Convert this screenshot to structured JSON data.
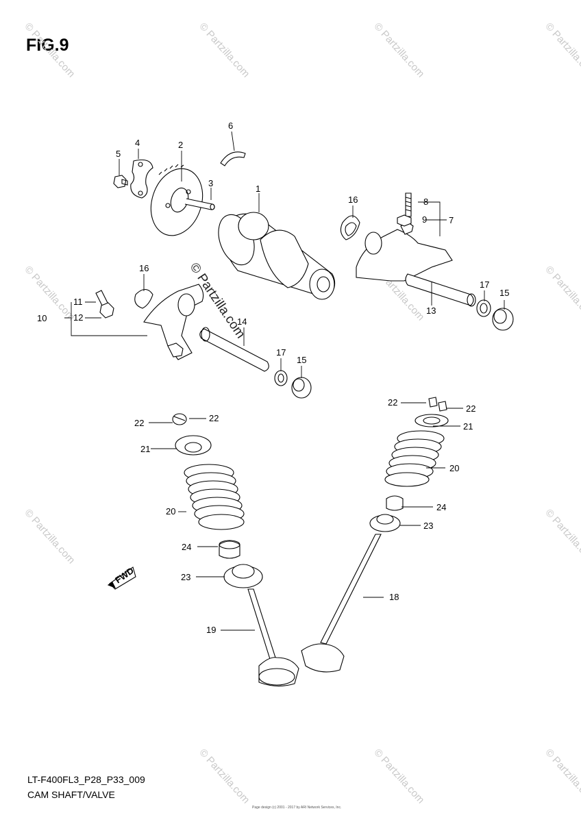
{
  "figure": {
    "title": "FIG.9",
    "model_code": "LT-F400FL3_P28_P33_009",
    "section_name": "CAM SHAFT/VALVE",
    "copyright_text": "© Partzilla.com",
    "watermark_text": "© Partzilla.com",
    "credit_text": "Page design (c) 2001 - 2017 by ARI Network Services, Inc."
  },
  "fwd_marker": "FWD",
  "callouts": [
    "1",
    "2",
    "3",
    "4",
    "5",
    "6",
    "7",
    "8",
    "9",
    "10",
    "11",
    "12",
    "13",
    "14",
    "15",
    "15",
    "16",
    "16",
    "17",
    "17",
    "18",
    "19",
    "20",
    "20",
    "21",
    "21",
    "22",
    "22",
    "22",
    "22",
    "23",
    "23",
    "24",
    "24"
  ]
}
